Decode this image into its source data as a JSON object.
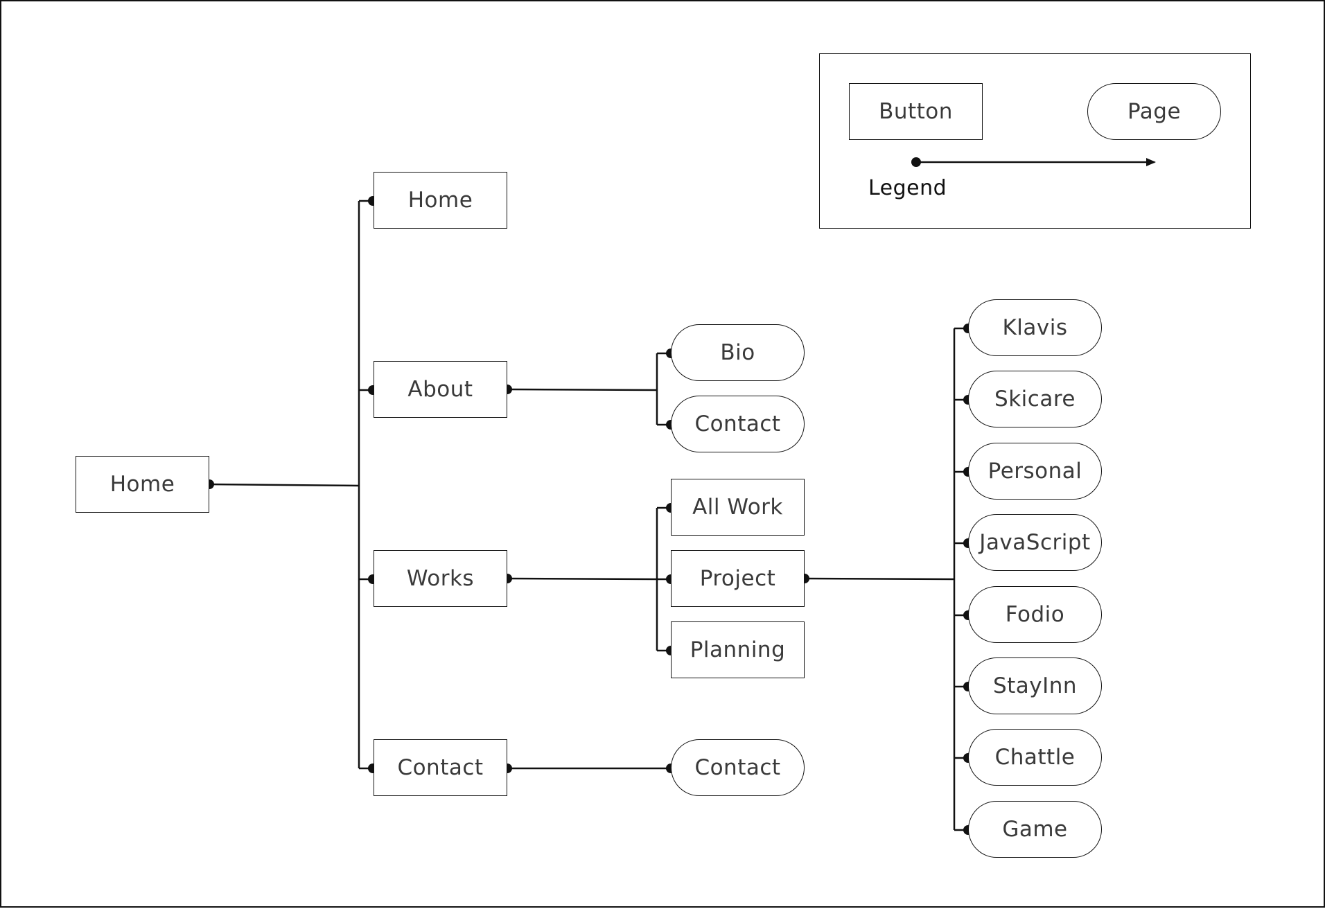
{
  "legend": {
    "button_label": "Button",
    "page_label": "Page",
    "title": "Legend"
  },
  "nodes": {
    "root_home": "Home",
    "home": "Home",
    "about": "About",
    "works": "Works",
    "contact": "Contact",
    "bio": "Bio",
    "about_contact": "Contact",
    "all_work": "All Work",
    "project": "Project",
    "planning": "Planning",
    "contact_page": "Contact",
    "klavis": "Klavis",
    "skicare": "Skicare",
    "personal": "Personal",
    "javascript": "JavaScript",
    "fodio": "Fodio",
    "stayinn": "StayInn",
    "chattle": "Chattle",
    "game": "Game"
  },
  "node_types": {
    "root_home": "button",
    "home": "button",
    "about": "button",
    "works": "button",
    "contact": "button",
    "bio": "page",
    "about_contact": "page",
    "all_work": "button",
    "project": "button",
    "planning": "button",
    "contact_page": "page",
    "klavis": "page",
    "skicare": "page",
    "personal": "page",
    "javascript": "page",
    "fodio": "page",
    "stayinn": "page",
    "chattle": "page",
    "game": "page"
  },
  "edges": [
    [
      "root_home",
      "home"
    ],
    [
      "root_home",
      "about"
    ],
    [
      "root_home",
      "works"
    ],
    [
      "root_home",
      "contact"
    ],
    [
      "about",
      "bio"
    ],
    [
      "about",
      "about_contact"
    ],
    [
      "works",
      "all_work"
    ],
    [
      "works",
      "project"
    ],
    [
      "works",
      "planning"
    ],
    [
      "contact",
      "contact_page"
    ],
    [
      "project",
      "klavis"
    ],
    [
      "project",
      "skicare"
    ],
    [
      "project",
      "personal"
    ],
    [
      "project",
      "javascript"
    ],
    [
      "project",
      "fodio"
    ],
    [
      "project",
      "stayinn"
    ],
    [
      "project",
      "chattle"
    ],
    [
      "project",
      "game"
    ]
  ],
  "colors": {
    "stroke": "#111111",
    "text": "#3a3a3a",
    "background": "#ffffff"
  }
}
